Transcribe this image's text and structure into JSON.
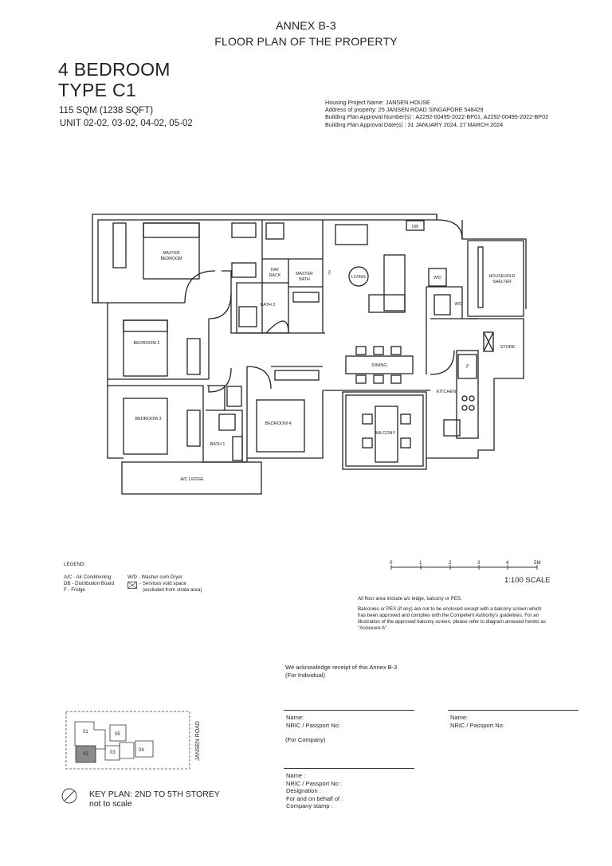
{
  "header": {
    "annex": "ANNEX B-3",
    "title": "FLOOR PLAN OF THE PROPERTY"
  },
  "unit": {
    "bedroom": "4 BEDROOM",
    "type": "TYPE C1",
    "area": "115 SQM (1238 SQFT)",
    "units": "UNIT 02-02, 03-02, 04-02, 05-02"
  },
  "project": {
    "line1": "Housing Project Name: JANSEN HOUSE",
    "line2": "Address of property: 25 JANSEN ROAD SINGAPORE 548429",
    "line3": "Building Plan Approval Number(s) :  A2292-00495-2022-BP01, A2292-00495-2022-BP02",
    "line4": "Building Plan Approval Date(s) : 31 JANUARY 2024, 27 MARCH 2024"
  },
  "rooms": {
    "master_bedroom_1": "MASTER",
    "master_bedroom_2": "BEDROOM",
    "day_rack_1": "DAY",
    "day_rack_2": "RACK",
    "master_bath_1": "MASTER",
    "master_bath_2": "BATH",
    "bath2": "BATH 2",
    "living": "LIVING",
    "wd": "W/D",
    "db": "DB",
    "household_shelter_1": "HOUSEHOLD",
    "household_shelter_2": "SHELTER",
    "wc": "WC",
    "store": "STORE",
    "fridge": "F",
    "bedroom2": "BEDROOM 2",
    "dining": "DINING",
    "kitchen": "KITCHEN",
    "bedroom3": "BEDROOM 3",
    "bedroom4": "BEDROOM 4",
    "bath1": "BATH 1",
    "balcony": "BALCONY",
    "ac_ledge": "A/C LEDGE",
    "ac_symbol": "AC"
  },
  "legend": {
    "title": "LEGEND:",
    "ac": "A/C - Air Conditioning",
    "db": "DB - Distribution Board",
    "f": "F - Fridge",
    "wd": "W/D - Washer cum Dryer",
    "void1": "- Services void space",
    "void2": "(excluded from strata area)"
  },
  "scale": {
    "ticks": [
      "0",
      "1",
      "2",
      "3",
      "4",
      "5M"
    ],
    "label": "1:100 SCALE"
  },
  "notes": {
    "n1": "All floor area include a/c ledge, balcony or PES.",
    "n2a": "Balconies or PES (if any) are not to be enclosed except with a balcony screen which",
    "n2b": "has been approved and complies with the Competent Authority's guidelines. For an",
    "n2c": "illustration of the approved balcony screen, please refer to diagram annexed hereto as",
    "n2d": "\"Annexure A\""
  },
  "acknowledge": {
    "line1": "We acknowledge receipt of this Annex B-3",
    "line2": "(For Individual)"
  },
  "sign1": {
    "name": "Name:",
    "nric": "NRIC / Passport No:"
  },
  "sign2": {
    "name": "Name:",
    "nric": "NRIC / Passport No:"
  },
  "company": {
    "label": "(For Company)",
    "name": "Name :",
    "nric": "NRIC / Passport No :",
    "designation": "Designation :",
    "behalf": "For and on behalf of :",
    "stamp": "Company stamp :"
  },
  "keyplan": {
    "units": [
      "01",
      "02",
      "03",
      "04",
      "05"
    ],
    "road": "JANSEN ROAD",
    "title": "KEY PLAN: 2ND TO 5TH STOREY",
    "note": "not to scale"
  }
}
